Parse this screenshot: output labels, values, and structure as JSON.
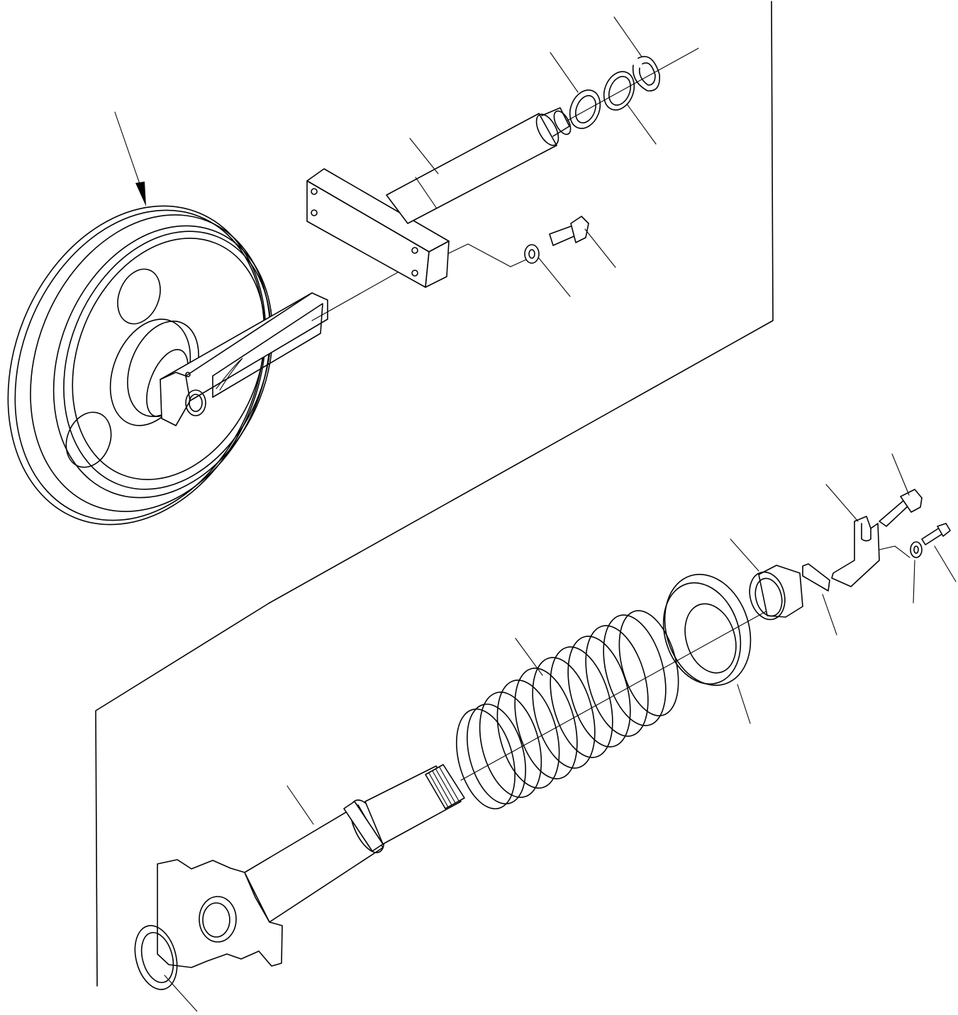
{
  "diagram": {
    "parts": [
      {
        "id": "idler-wheel-assembly"
      },
      {
        "id": "idler-yoke"
      },
      {
        "id": "guide-block"
      },
      {
        "id": "rod"
      },
      {
        "id": "washer-upper-1"
      },
      {
        "id": "washer-upper-2"
      },
      {
        "id": "snap-ring"
      },
      {
        "id": "block-bolt"
      },
      {
        "id": "block-washer"
      },
      {
        "id": "recoil-cylinder-rod"
      },
      {
        "id": "recoil-spring"
      },
      {
        "id": "spring-seat"
      },
      {
        "id": "nut"
      },
      {
        "id": "lock-plate"
      },
      {
        "id": "bracket"
      },
      {
        "id": "grease-fitting"
      },
      {
        "id": "bracket-bolt"
      },
      {
        "id": "bracket-washer"
      },
      {
        "id": "end-seal-ring"
      }
    ],
    "callout_labels": []
  }
}
